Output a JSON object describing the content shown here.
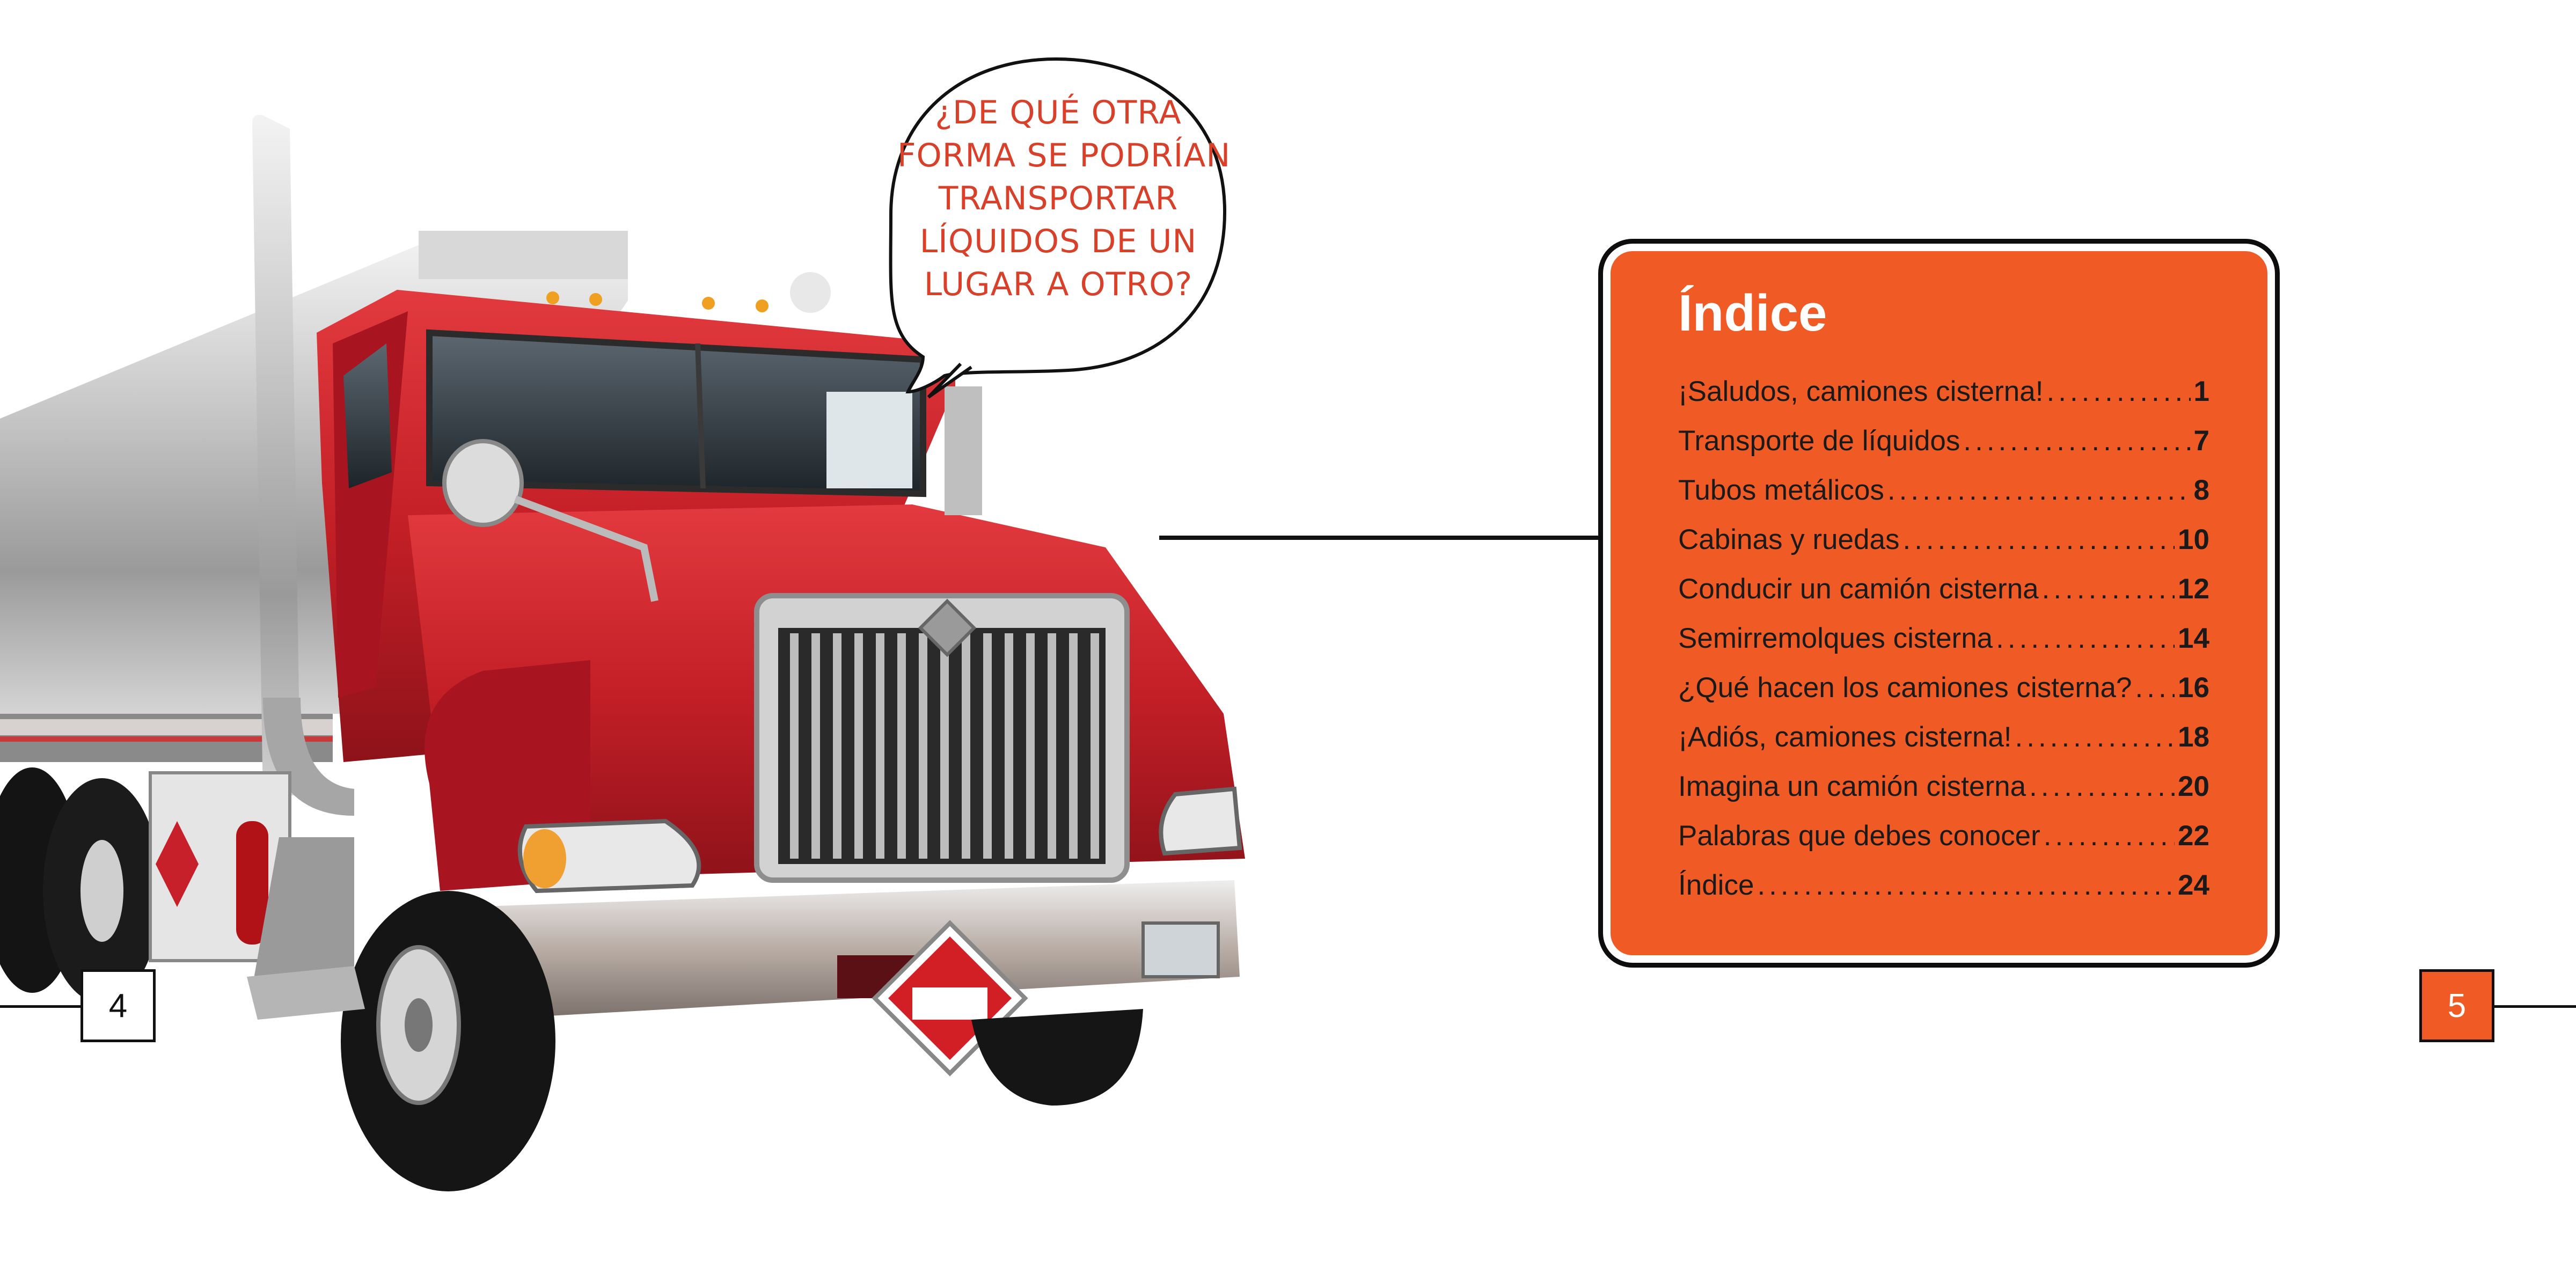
{
  "speech_bubble": {
    "lines": [
      "¿DE QUÉ OTRA",
      "FORMA SE PODRÍAN",
      "TRANSPORTAR",
      "LÍQUIDOS DE UN",
      "LUGAR A OTRO?"
    ]
  },
  "toc": {
    "title": "Índice",
    "items": [
      {
        "label": "¡Saludos, camiones cisterna!",
        "page": "1"
      },
      {
        "label": "Transporte de líquidos",
        "page": "7"
      },
      {
        "label": "Tubos metálicos",
        "page": "8"
      },
      {
        "label": "Cabinas y ruedas",
        "page": "10"
      },
      {
        "label": "Conducir un camión cisterna",
        "page": "12"
      },
      {
        "label": "Semirremolques cisterna",
        "page": "14"
      },
      {
        "label": "¿Qué hacen los camiones cisterna?",
        "page": "16"
      },
      {
        "label": "¡Adiós, camiones cisterna!",
        "page": "18"
      },
      {
        "label": "Imagina un camión cisterna",
        "page": "20"
      },
      {
        "label": "Palabras que debes conocer",
        "page": "22"
      },
      {
        "label": "Índice",
        "page": "24"
      }
    ]
  },
  "page_numbers": {
    "left": "4",
    "right": "5"
  },
  "colors": {
    "accent": "#f05a25",
    "truck_red": "#c8202a",
    "bubble_text": "#d8402a"
  }
}
